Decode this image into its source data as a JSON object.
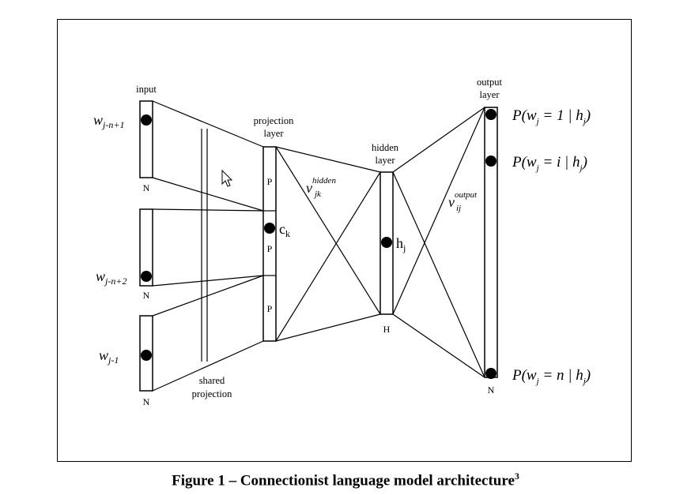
{
  "figure": {
    "caption": "Figure 1 – Connectionist language model architecture",
    "caption_sup": "3"
  },
  "labels": {
    "input": "input",
    "projection_line1": "projection",
    "projection_line2": "layer",
    "hidden_line1": "hidden",
    "hidden_line2": "layer",
    "output_line1": "output",
    "output_line2": "layer",
    "shared_line1": "shared",
    "shared_line2": "projection",
    "n": "N",
    "p": "P",
    "h": "H",
    "ck_base": "c",
    "ck_sub": "k",
    "hj_base": "h",
    "hj_sub": "j"
  },
  "inputs": [
    {
      "base": "w",
      "sub": "j-n+1"
    },
    {
      "base": "w",
      "sub": "j-n+2"
    },
    {
      "base": "w",
      "sub": "j-1"
    }
  ],
  "weights": {
    "hidden": {
      "base": "v",
      "sup": "hidden",
      "sub": "jk"
    },
    "output": {
      "base": "v",
      "sup": "output",
      "sub": "ij"
    }
  },
  "outputs": [
    {
      "prefix": "P(w",
      "sub": "j",
      "mid": " = 1 | h",
      "sub2": "j",
      "suffix": ")"
    },
    {
      "prefix": "P(w",
      "sub": "j",
      "mid": " = i | h",
      "sub2": "j",
      "suffix": ")"
    },
    {
      "prefix": "P(w",
      "sub": "j",
      "mid": " = n | h",
      "sub2": "j",
      "suffix": ")"
    }
  ]
}
